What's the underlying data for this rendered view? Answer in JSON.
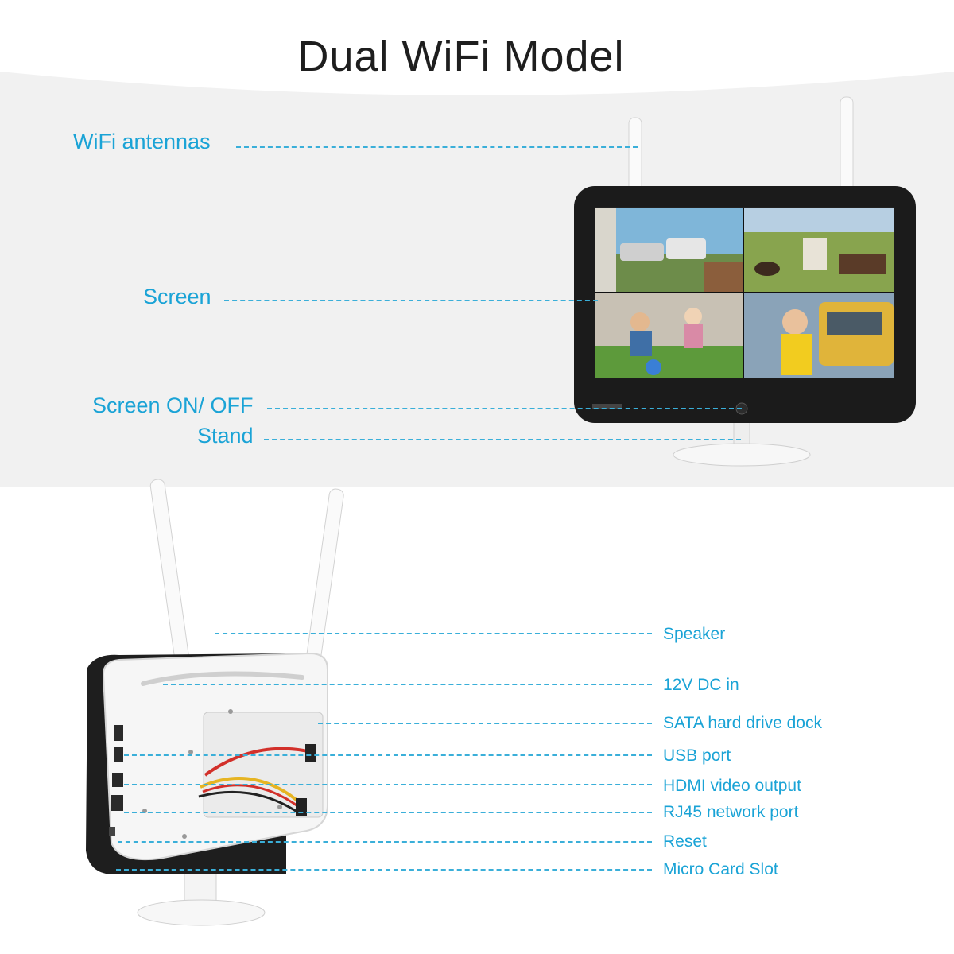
{
  "title": "Dual WiFi Model",
  "front_labels": {
    "antennas": "WiFi antennas",
    "screen": "Screen",
    "power": "Screen ON/ OFF",
    "stand": "Stand"
  },
  "rear_labels": {
    "speaker": "Speaker",
    "dc_in": "12V DC in",
    "sata": "SATA hard drive dock",
    "usb": "USB port",
    "hdmi": "HDMI video output",
    "rj45": "RJ45 network port",
    "reset": "Reset",
    "micro_card": "Micro Card Slot"
  },
  "colors": {
    "label": "#1aa3d6",
    "background_band": "#f2f2f2",
    "bezel": "#1b1b1b"
  }
}
